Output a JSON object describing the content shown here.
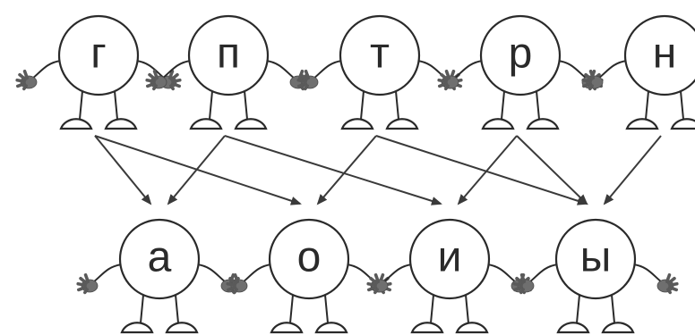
{
  "top_row": [
    {
      "id": "g",
      "letter": "г"
    },
    {
      "id": "p",
      "letter": "п"
    },
    {
      "id": "t",
      "letter": "т"
    },
    {
      "id": "r",
      "letter": "р"
    },
    {
      "id": "n",
      "letter": "н"
    }
  ],
  "bottom_row": [
    {
      "id": "a",
      "letter": "а"
    },
    {
      "id": "o",
      "letter": "о"
    },
    {
      "id": "i",
      "letter": "и"
    },
    {
      "id": "y",
      "letter": "ы"
    }
  ],
  "connections": [
    {
      "from": "г",
      "to": "а"
    },
    {
      "from": "г",
      "to": "о"
    },
    {
      "from": "п",
      "to": "а"
    },
    {
      "from": "п",
      "to": "и"
    },
    {
      "from": "т",
      "to": "о"
    },
    {
      "from": "т",
      "to": "ы"
    },
    {
      "from": "р",
      "to": "и"
    },
    {
      "from": "р",
      "to": "ы"
    },
    {
      "from": "н",
      "to": "ы"
    }
  ],
  "colors": {
    "ink": "#2a2a2a",
    "hand": "#6f6f6f",
    "arrow": "#3a3a3a",
    "background": "#ffffff"
  }
}
